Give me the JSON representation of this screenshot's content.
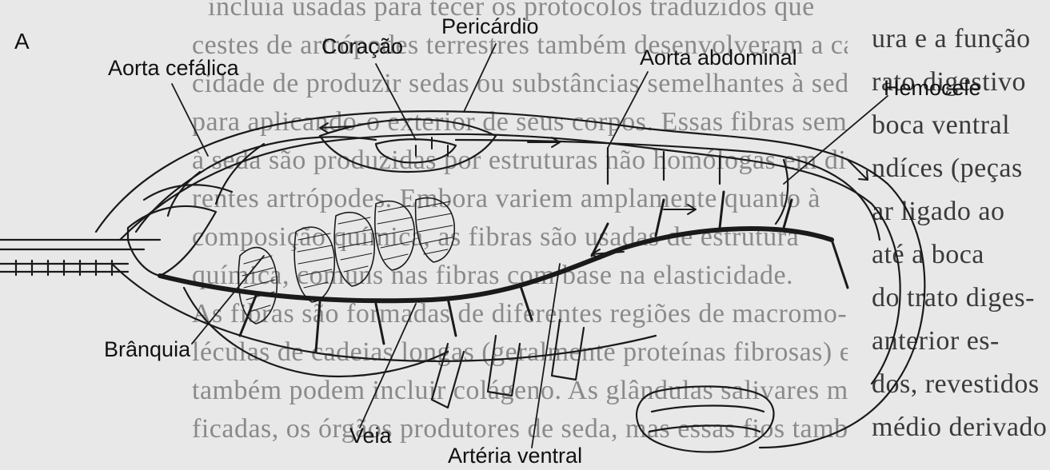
{
  "panel_letter": "A",
  "labels": {
    "aorta_cefalica": "Aorta cefálica",
    "coracao": "Coração",
    "pericardio": "Pericárdio",
    "aorta_abdominal": "Aorta abdominal",
    "hemocele": "Hemocele",
    "branquia": "Brânquia",
    "veia": "Veia",
    "arteria_ventral": "Artéria ventral"
  },
  "background_text": {
    "center_lines": [
      "incluía usadas para tecer os protocolos traduzidos que",
      "cestes de artrópodes terrestres também desenvolveram a capa-",
      "cidade de produzir sedas ou substâncias semelhantes à seda",
      "para aplicando-o exterior de seus corpos. Essas fibras semelhantes",
      "à seda são produzidas por estruturas não homólogas em dife-",
      "rentes artrópodes. Embora variem amplamente quanto à",
      "composição química, as fibras são usadas de estrutura",
      "química, comuns nas fibras com base na elasticidade.",
      "As fibras são formadas de diferentes regiões de macromo-",
      "léculas de cadeias longas (geralmente proteínas fibrosas) e",
      "também podem incluir colágeno. As glândulas salivares modi-",
      "ficadas, os órgãos produtores de seda, mas essas fios também"
    ],
    "right_lines": [
      "ura e a função",
      "rato digestivo",
      "boca ventral",
      "ndíces (peças",
      "ar ligado ao",
      "até a boca",
      "do trato diges-",
      "anterior es-",
      "dos, revestidos",
      "médio derivado"
    ]
  }
}
